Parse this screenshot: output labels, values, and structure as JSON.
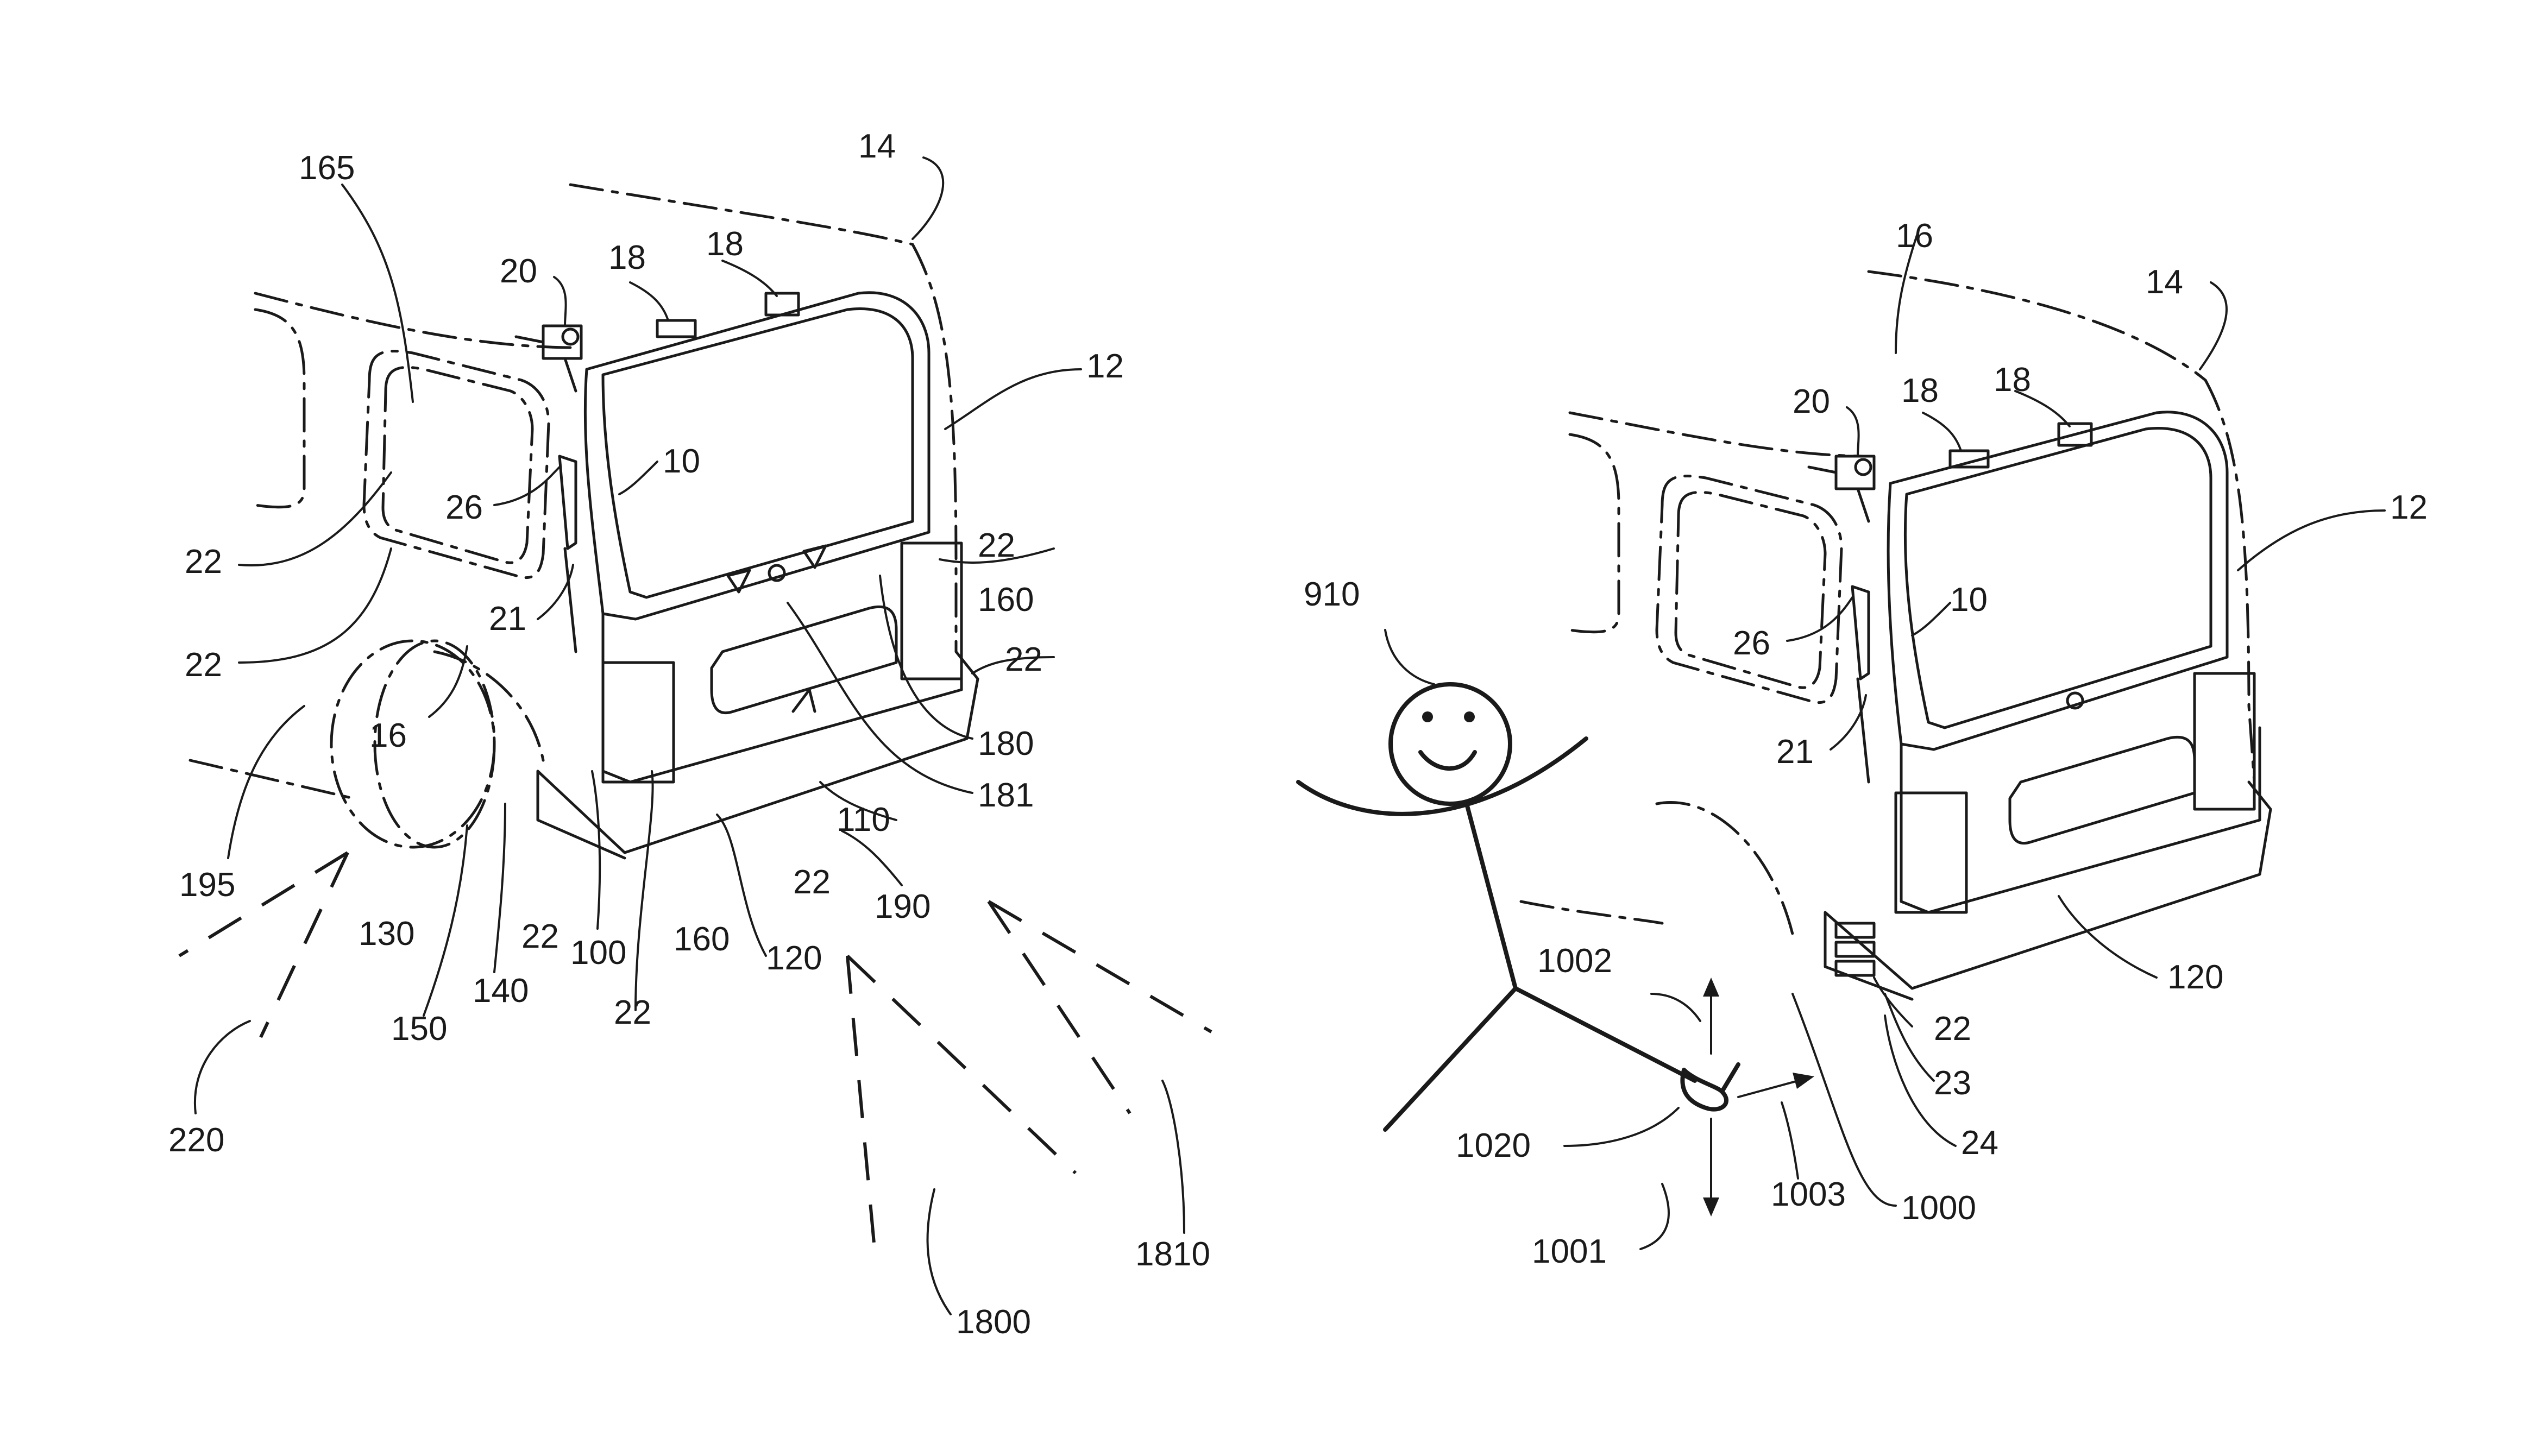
{
  "labels": {
    "l165": "165",
    "l14a": "14",
    "l20a": "20",
    "l18a": "18",
    "l18b": "18",
    "l12a": "12",
    "l10a": "10",
    "l26a": "26",
    "l22a": "22",
    "l22b": "22",
    "l22c": "22",
    "l160a": "160",
    "l22d": "22",
    "l21a": "21",
    "l180": "180",
    "l181": "181",
    "l16a": "16",
    "l195": "195",
    "l110": "110",
    "l22e": "22",
    "l190": "190",
    "l130": "130",
    "l22f": "22",
    "l100": "100",
    "l160b": "160",
    "l120a": "120",
    "l150": "150",
    "l140": "140",
    "l22g": "22",
    "l220": "220",
    "l1810": "1810",
    "l1800": "1800",
    "l16b": "16",
    "l14b": "14",
    "l20b": "20",
    "l18c": "18",
    "l18d": "18",
    "l12b": "12",
    "l910": "910",
    "l10b": "10",
    "l26b": "26",
    "l21b": "21",
    "l1002": "1002",
    "l120b": "120",
    "l22h": "22",
    "l23": "23",
    "l1020": "1020",
    "l24": "24",
    "l1003": "1003",
    "l1000": "1000",
    "l1001": "1001"
  },
  "colors": {
    "ink": "#1a1a1a",
    "paper": "#ffffff"
  }
}
